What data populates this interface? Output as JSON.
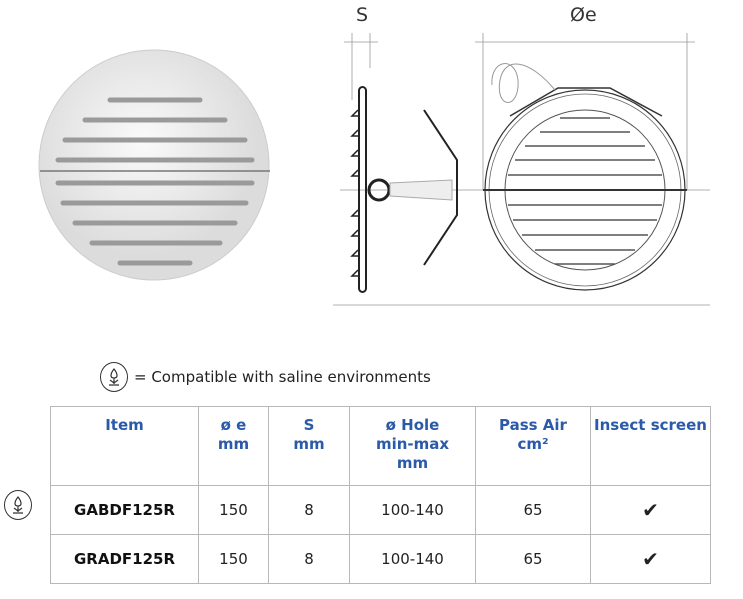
{
  "diagram": {
    "s_label": "S",
    "diameter_label": "Øe"
  },
  "legend": {
    "icon": "saline-compatible-icon",
    "text": "= Compatible with saline environments"
  },
  "table": {
    "headers": [
      [
        "Item"
      ],
      [
        "ø e",
        "mm"
      ],
      [
        "S",
        "mm"
      ],
      [
        "ø Hole",
        "min-max",
        "mm"
      ],
      [
        "Pass Air",
        "cm²"
      ],
      [
        "Insect screen"
      ]
    ],
    "rows": [
      {
        "saline": true,
        "cells": [
          "GABDF125R",
          "150",
          "8",
          "100-140",
          "65",
          "✔"
        ]
      },
      {
        "saline": false,
        "cells": [
          "GRADF125R",
          "150",
          "8",
          "100-140",
          "65",
          "✔"
        ]
      }
    ]
  }
}
